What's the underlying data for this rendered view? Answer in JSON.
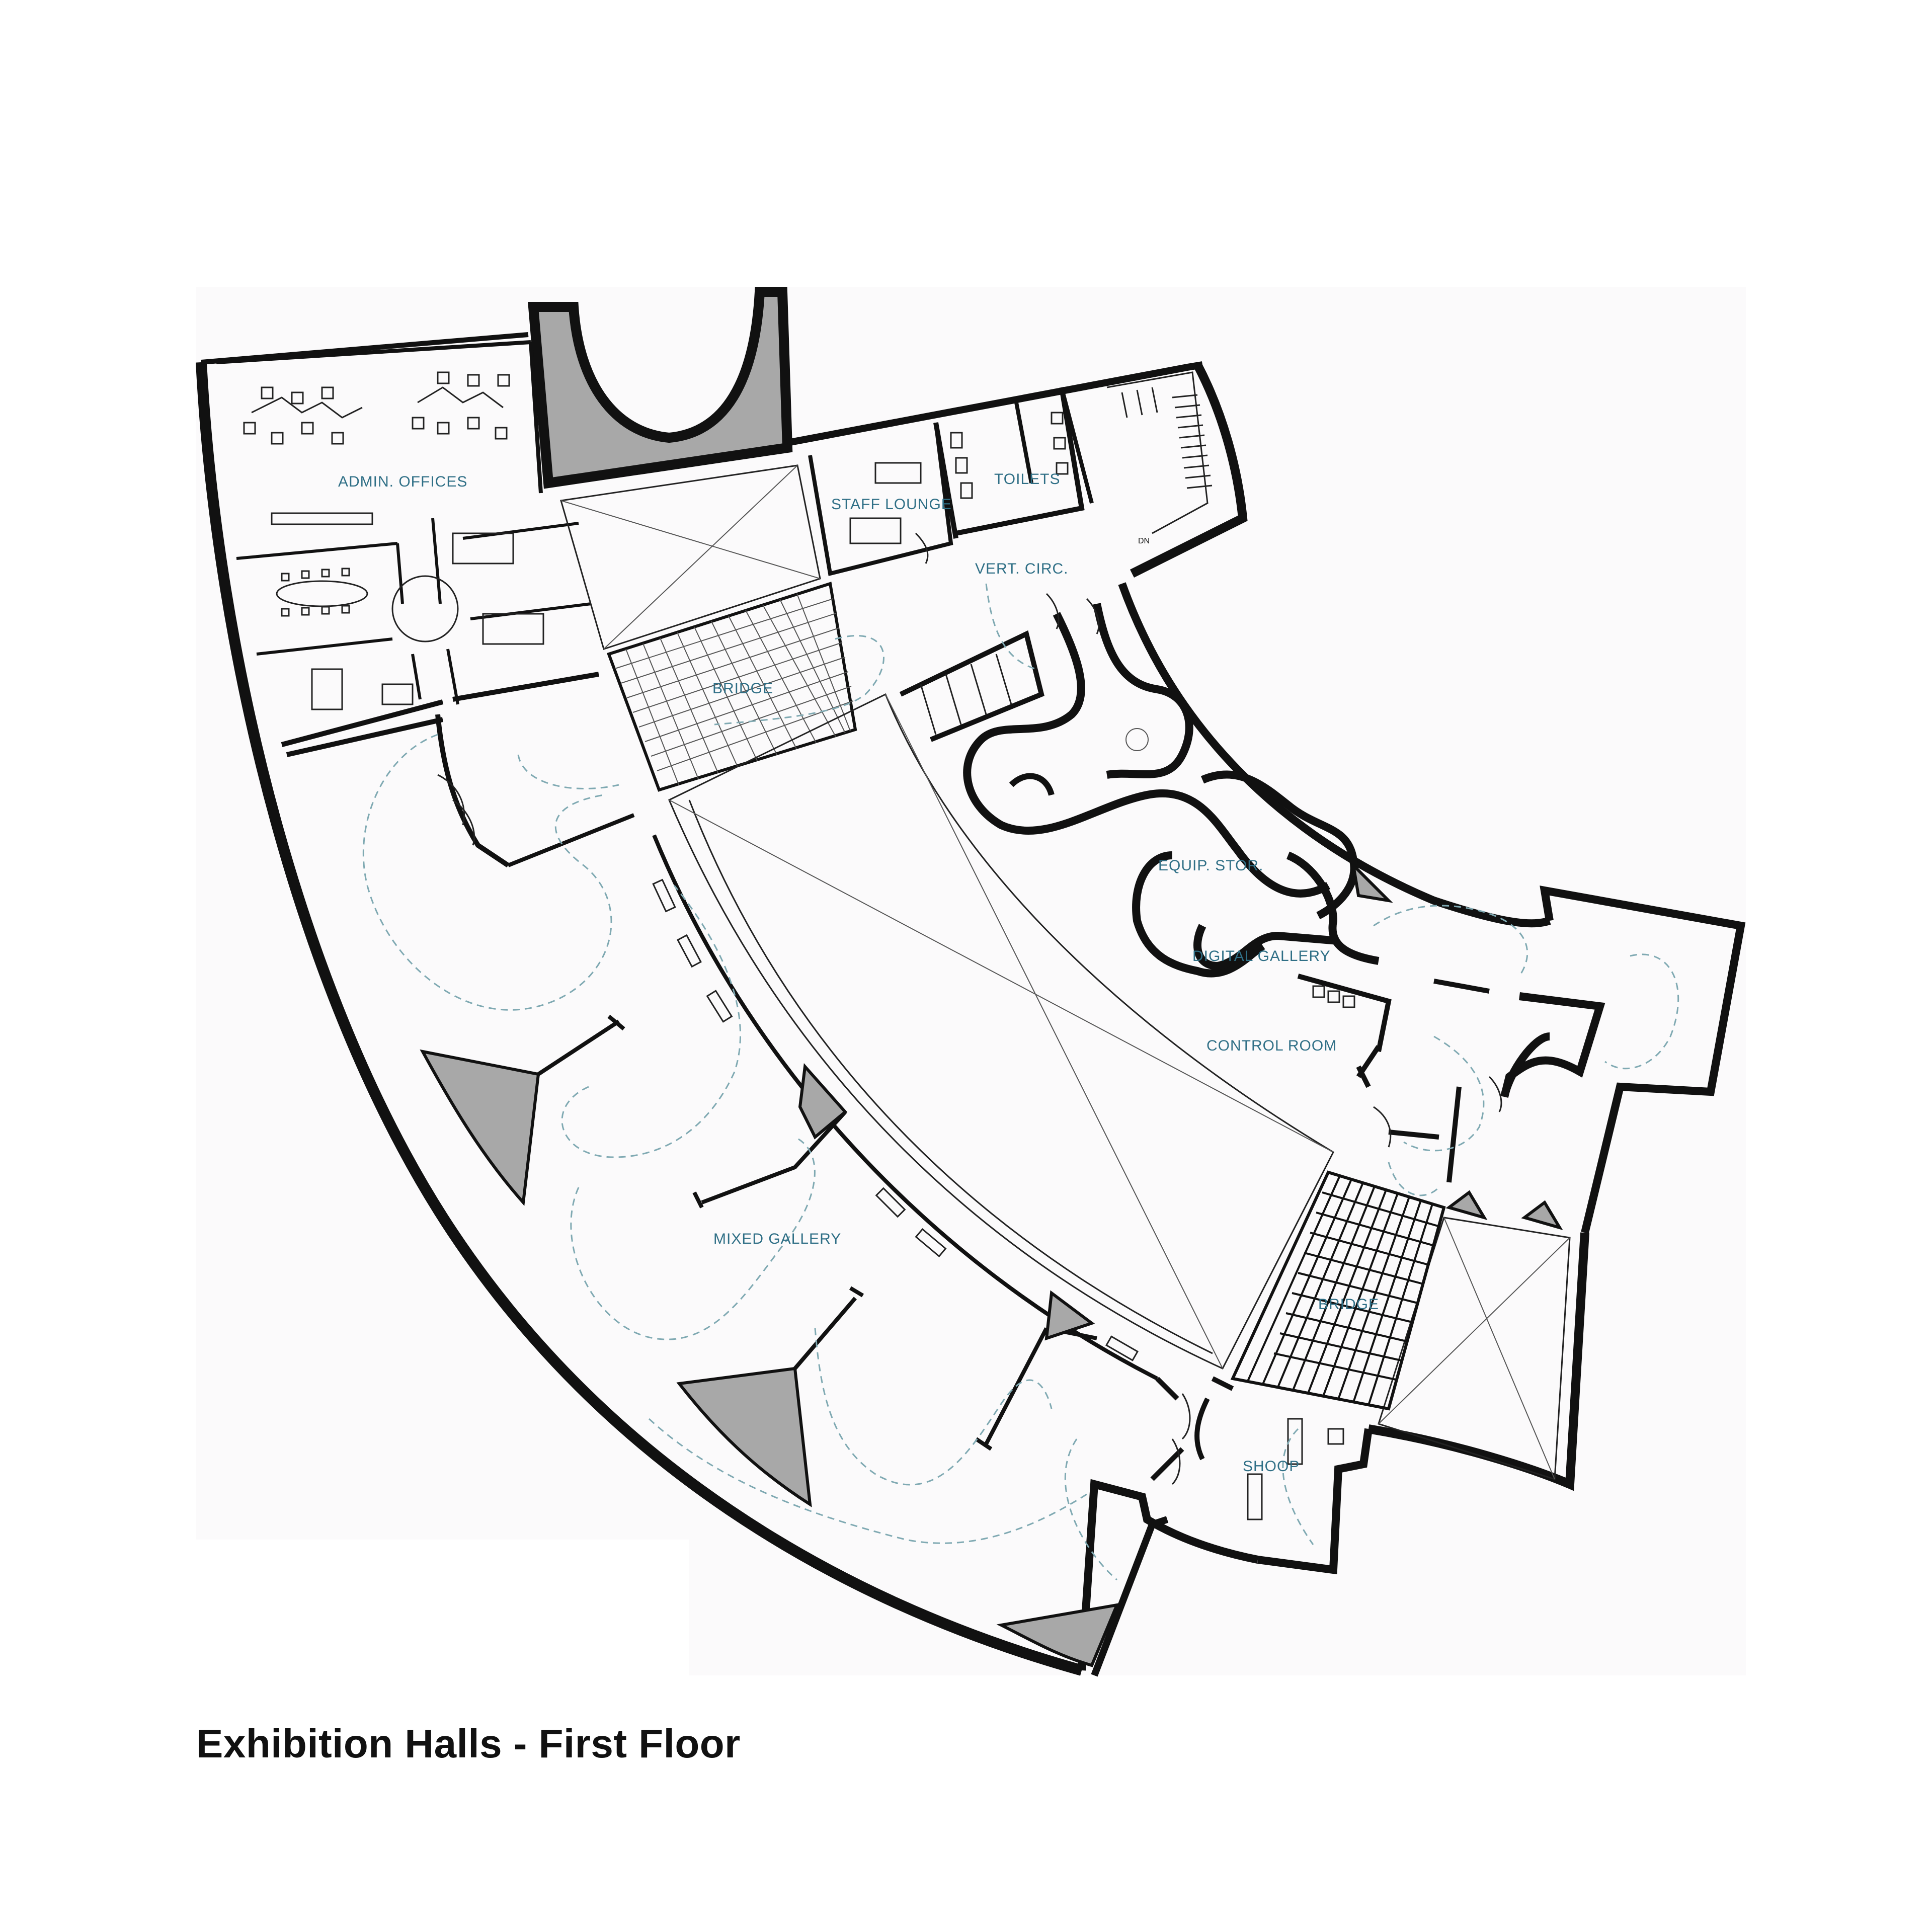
{
  "drawing": {
    "title": "Exhibition Halls - First Floor"
  },
  "rooms": {
    "admin_offices": "ADMIN. OFFICES",
    "staff_lounge": "STAFF LOUNGE",
    "toilets": "TOILETS",
    "vert_circ": "VERT. CIRC.",
    "bridge_upper": "BRIDGE",
    "equip_stor": "EQUIP. STOR.",
    "digital_gallery": "DIGITAL GALLERY",
    "control_room": "CONTROL ROOM",
    "mixed_gallery": "MIXED GALLERY",
    "bridge_lower": "BRIDGE",
    "shop": "SHOOP"
  },
  "stair": {
    "down_marker": "DN"
  },
  "colors": {
    "label": "#2f6f86",
    "solid_fill": "#a8a8a8",
    "walkway_dash": "#7fa9b2",
    "background_panel": "#fbfafb"
  }
}
